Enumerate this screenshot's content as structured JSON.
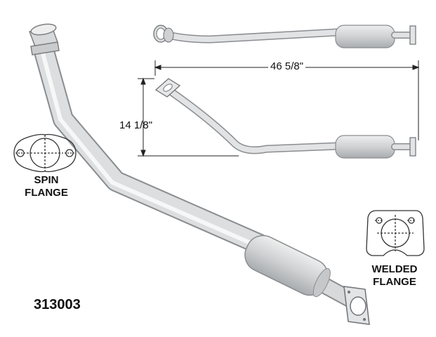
{
  "labels": {
    "spin_flange": [
      "SPIN",
      "FLANGE"
    ],
    "welded_flange": [
      "WELDED",
      "FLANGE"
    ],
    "part_number": "313003",
    "length_dim": "46 5/8\"",
    "height_dim": "14 1/8\""
  },
  "colors": {
    "pipe_fill": "#dadcdd",
    "pipe_stroke": "#8a8d90",
    "line": "#222222"
  }
}
